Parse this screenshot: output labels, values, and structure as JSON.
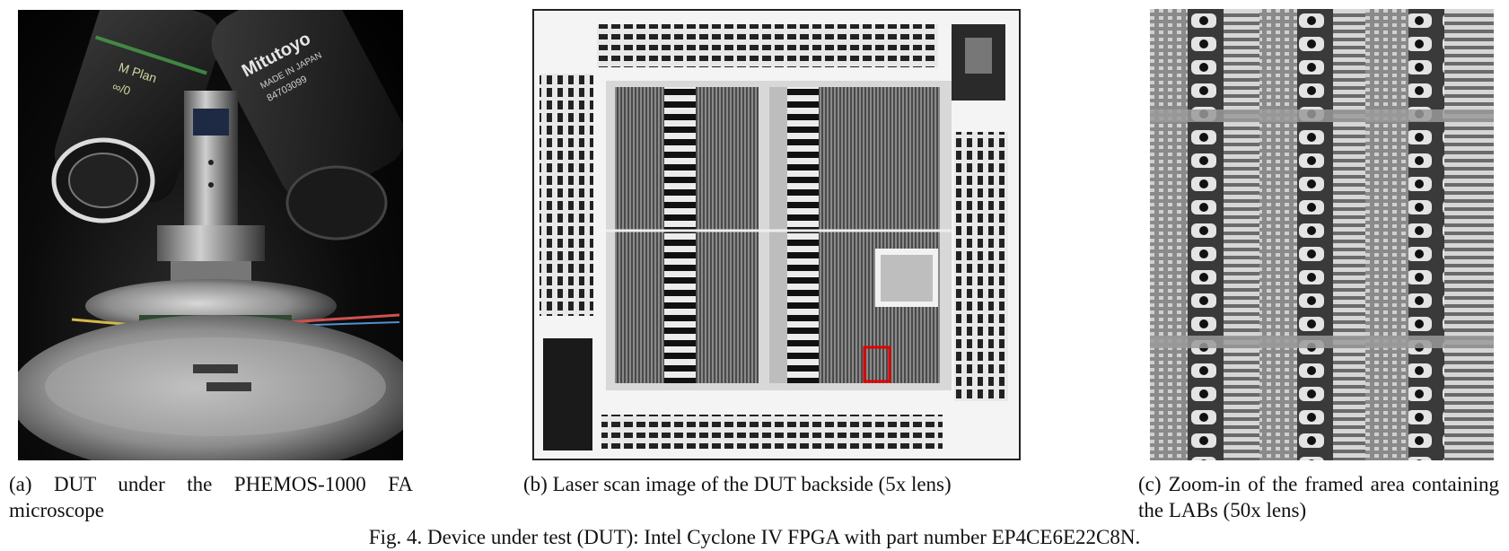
{
  "panels": {
    "a": {
      "caption": "(a) DUT under the PHEMOS-1000 FA microscope",
      "lens_left_marking": "M Plan",
      "lens_left_marking2": "∞/0",
      "lens_right_brand": "Mitutoyo",
      "lens_right_origin": "MADE IN JAPAN",
      "lens_right_serial": "84703099"
    },
    "b": {
      "caption": "(b) Laser scan image of the DUT backside (5x lens)",
      "frame_color": "#e00000"
    },
    "c": {
      "caption": "(c) Zoom-in of the framed area containing the LABs (50x lens)"
    }
  },
  "figure_caption": "Fig. 4.  Device under test (DUT): Intel Cyclone IV FPGA with part number EP4CE6E22C8N."
}
